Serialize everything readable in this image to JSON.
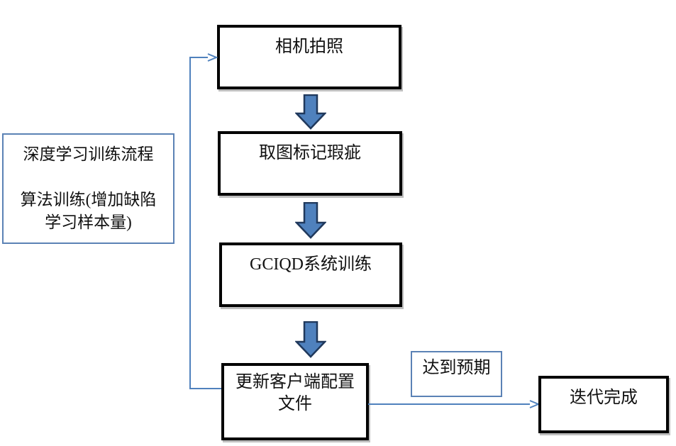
{
  "colors": {
    "background": "#ffffff",
    "box_border": "#000000",
    "blue_border": "#5b82b5",
    "arrow_fill": "#4f81bd",
    "arrow_border": "#20395c",
    "connector_blue": "#4f81bd",
    "text": "#111111"
  },
  "flowchart": {
    "side_note": "深度学习训练流程\n\n算法训练(增加缺陷\n学习样本量)",
    "steps": [
      {
        "label": "相机拍照"
      },
      {
        "label": "取图标记瑕疵"
      },
      {
        "label": "GCIQD系统训练"
      },
      {
        "label": "更新客户端配置\n文件"
      }
    ],
    "branch_label": "达到预期",
    "end_label": "迭代完成"
  }
}
